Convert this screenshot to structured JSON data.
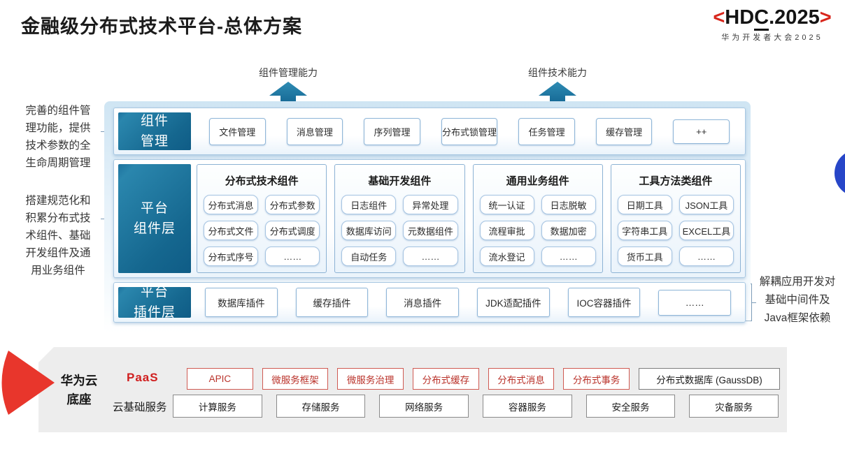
{
  "page": {
    "title": "金融级分布式技术平台-总体方案"
  },
  "logo": {
    "bracket_left": "<",
    "hdc_pre": "HD",
    "hdc_c": "C",
    "hdc_post": ".2025",
    "bracket_right": ">",
    "subtitle": "华为开发者大会2025"
  },
  "annotations": {
    "left_top": "完善的组件管\n理功能，提供\n技术参数的全\n生命周期管理",
    "left_bottom": "搭建规范化和\n积累分布式技\n术组件、基础\n开发组件及通\n用业务组件",
    "right": "解耦应用开发对\n基础中间件及\nJava框架依赖"
  },
  "arrows": {
    "management": "组件管理能力",
    "technical": "组件技术能力"
  },
  "rows": {
    "component_mgmt": {
      "label": "组件\n管理",
      "items": [
        "文件管理",
        "消息管理",
        "序列管理",
        "分布式锁管理",
        "任务管理",
        "缓存管理",
        "++"
      ]
    },
    "platform_components": {
      "label": "平台\n组件层",
      "groups": [
        {
          "title": "分布式技术组件",
          "items": [
            "分布式消息",
            "分布式参数",
            "分布式文件",
            "分布式调度",
            "分布式序号",
            "……"
          ]
        },
        {
          "title": "基础开发组件",
          "items": [
            "日志组件",
            "异常处理",
            "数据库访问",
            "元数据组件",
            "自动任务",
            "……"
          ]
        },
        {
          "title": "通用业务组件",
          "items": [
            "统一认证",
            "日志脱敏",
            "流程审批",
            "数据加密",
            "流水登记",
            "……"
          ]
        },
        {
          "title": "工具方法类组件",
          "items": [
            "日期工具",
            "JSON工具",
            "字符串工具",
            "EXCEL工具",
            "货币工具",
            "……"
          ]
        }
      ]
    },
    "platform_plugins": {
      "label": "平台\n插件层",
      "items": [
        "数据库插件",
        "缓存插件",
        "消息插件",
        "JDK适配插件",
        "IOC容器插件",
        "……"
      ]
    }
  },
  "foundation": {
    "label": "华为云\n底座",
    "paas": {
      "label": "PaaS",
      "items": [
        "APIC",
        "微服务框架",
        "微服务治理",
        "分布式缓存",
        "分布式消息",
        "分布式事务"
      ],
      "neutral_item": "分布式数据库 (GaussDB)"
    },
    "iaas": {
      "label": "云基础服务",
      "items": [
        "计算服务",
        "存储服务",
        "网络服务",
        "容器服务",
        "安全服务",
        "灾备服务"
      ]
    }
  },
  "colors": {
    "teal_label_top": "#2a86ad",
    "teal_label_bottom": "#0f5c86",
    "row_border": "#a9c8e2",
    "box_border": "#8fb6d8",
    "brand_red": "#d8261c",
    "paas_red_border": "#cf5a52",
    "paas_red_text": "#ba332b",
    "slab_gray": "#ededed",
    "blue_circle": "#2746c8"
  }
}
